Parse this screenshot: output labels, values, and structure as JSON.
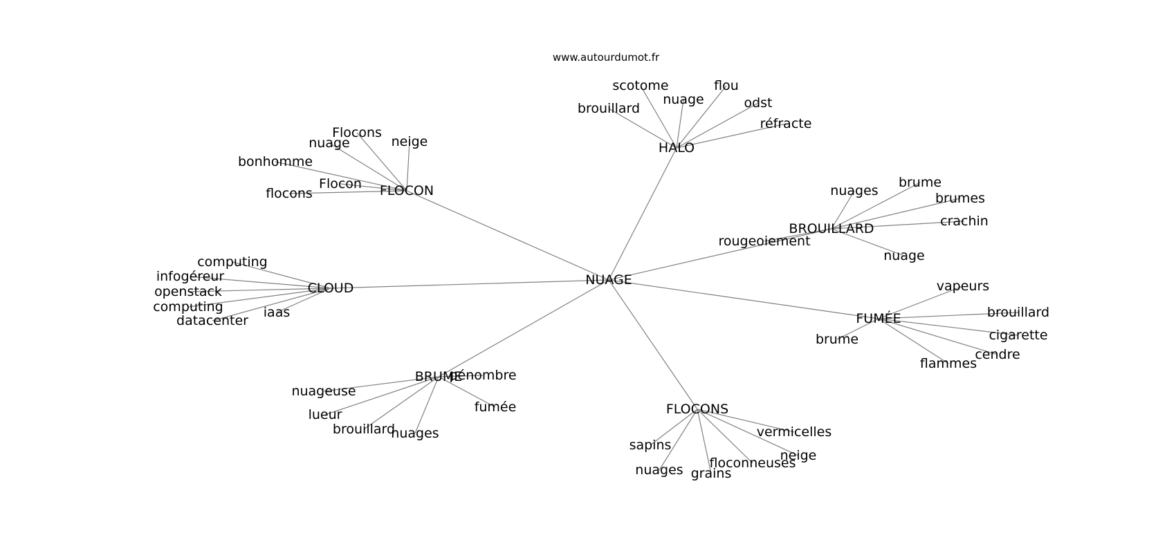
{
  "source_label": "www.autourdumot.fr",
  "root": {
    "label": "NUAGE",
    "children": [
      {
        "label": "HALO",
        "children": [
          "scotome",
          "nuage",
          "flou",
          "odst",
          "réfracte",
          "brouillard"
        ]
      },
      {
        "label": "FLOCON",
        "children": [
          "Flocons",
          "neige",
          "nuage",
          "bonhomme",
          "Flocon",
          "flocons"
        ]
      },
      {
        "label": "BROUILLARD",
        "children": [
          "nuages",
          "brume",
          "brumes",
          "crachin",
          "nuage",
          "rougeoiement"
        ]
      },
      {
        "label": "CLOUD",
        "children": [
          "computing",
          "infogéreur",
          "openstack",
          "computing",
          "datacenter",
          "iaas"
        ]
      },
      {
        "label": "FUMÉE",
        "children": [
          "vapeurs",
          "brouillard",
          "cigarette",
          "cendre",
          "flammes",
          "brume"
        ]
      },
      {
        "label": "BRUME",
        "children": [
          "pénombre",
          "fumée",
          "nuageuse",
          "lueur",
          "brouillard",
          "nuages"
        ]
      },
      {
        "label": "FLOCONS",
        "children": [
          "vermicelles",
          "neige",
          "floconneuses",
          "grains",
          "nuages",
          "sapins"
        ]
      }
    ]
  }
}
